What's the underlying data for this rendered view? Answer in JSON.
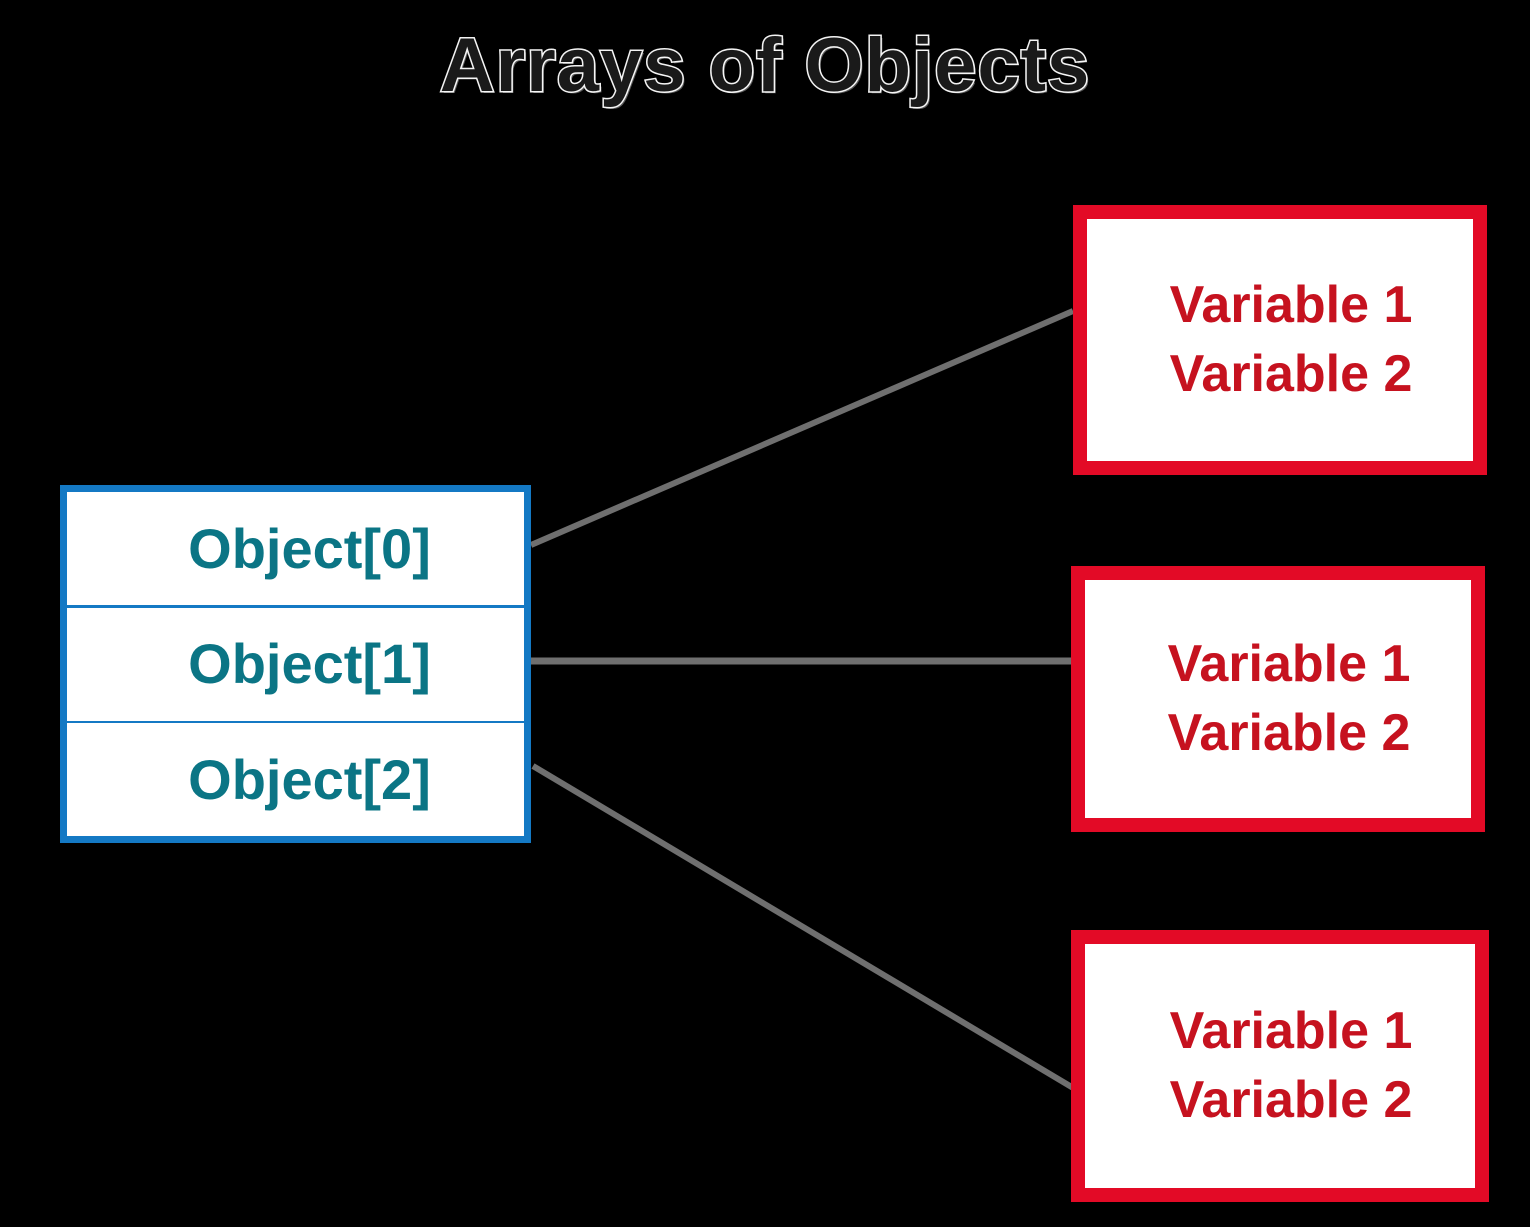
{
  "diagram": {
    "title": "Arrays of Objects",
    "background_color": "#000000",
    "array_box": {
      "name": "object-array",
      "border_color": "#1479c4",
      "fill_color": "#ffffff",
      "text_color": "#0b7585",
      "cells": [
        {
          "label": "Object[0]"
        },
        {
          "label": "Object[1]"
        },
        {
          "label": "Object[2]"
        }
      ]
    },
    "object_boxes": [
      {
        "name": "object-instance-0",
        "border_color": "#e30a26",
        "fill_color": "#ffffff",
        "text_color": "#c6121f",
        "variables": [
          "Variable 1",
          "Variable 2"
        ]
      },
      {
        "name": "object-instance-1",
        "border_color": "#e30a26",
        "fill_color": "#ffffff",
        "text_color": "#c6121f",
        "variables": [
          "Variable 1",
          "Variable 2"
        ]
      },
      {
        "name": "object-instance-2",
        "border_color": "#e30a26",
        "fill_color": "#ffffff",
        "text_color": "#c6121f",
        "variables": [
          "Variable 1",
          "Variable 2"
        ]
      }
    ],
    "connectors": {
      "line_color": "#6f6f6f",
      "items": [
        {
          "name": "connector-object0-to-instance0",
          "from": "Object[0]",
          "to": "object-instance-0"
        },
        {
          "name": "connector-object1-to-instance1",
          "from": "Object[1]",
          "to": "object-instance-1"
        },
        {
          "name": "connector-object2-to-instance2",
          "from": "Object[2]",
          "to": "object-instance-2"
        }
      ]
    }
  }
}
